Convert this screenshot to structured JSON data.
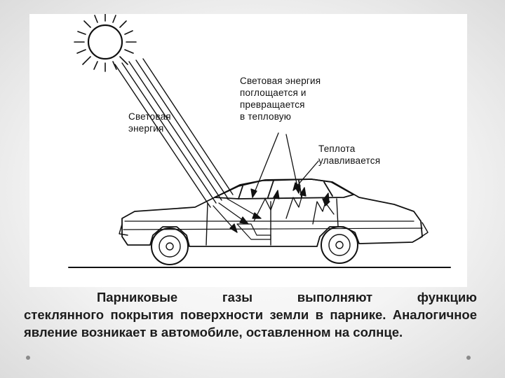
{
  "figure": {
    "label_light_energy": "Световая\nэнергия",
    "label_absorbed": "Световая энергия\nпоглощается и\nпревращается\nв тепловую",
    "label_heat": "Теплота\nулавливается",
    "icons": [
      "sun-icon",
      "car-icon"
    ]
  },
  "caption": {
    "first_line": "Парниковые газы выполняют функцию",
    "rest": "стеклянного покрытия поверхности земли в парнике. Аналогичное явление возникает в автомобиле, оставленном на солнце."
  }
}
